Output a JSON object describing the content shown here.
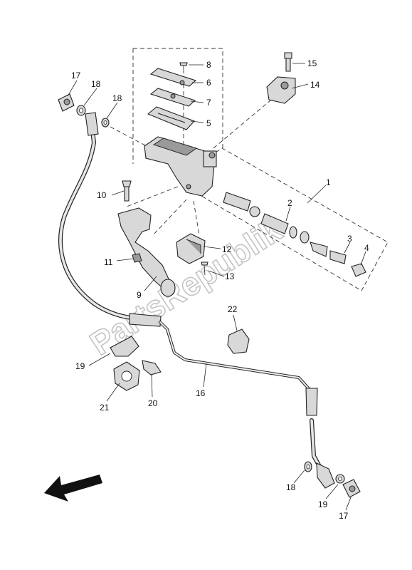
{
  "watermark": "PartsRepublik",
  "callouts": {
    "c1": "1",
    "c2": "2",
    "c3": "3",
    "c4": "4",
    "c5": "5",
    "c6": "6",
    "c7": "7",
    "c8": "8",
    "c9": "9",
    "c10": "10",
    "c11": "11",
    "c12": "12",
    "c13": "13",
    "c14": "14",
    "c15": "15",
    "c16": "16",
    "c17a": "17",
    "c17b": "17",
    "c18a": "18",
    "c18b": "18",
    "c18c": "18",
    "c19a": "19",
    "c19b": "19",
    "c20": "20",
    "c21": "21",
    "c22": "22"
  }
}
